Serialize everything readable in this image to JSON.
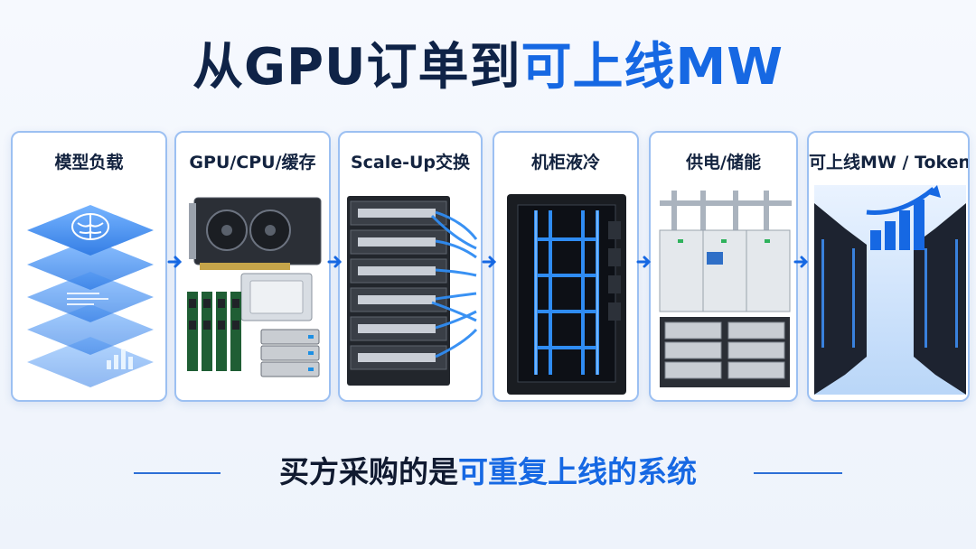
{
  "title": {
    "part1": "从GPU订单到",
    "part2": "可上线MW"
  },
  "cards": [
    {
      "label": "模型负载",
      "icon": "layered-model-icon"
    },
    {
      "label": "GPU/CPU/缓存",
      "icon": "gpu-cpu-memory-icon"
    },
    {
      "label": "Scale-Up交换",
      "icon": "network-switch-icon"
    },
    {
      "label": "机柜液冷",
      "icon": "liquid-cooled-rack-icon"
    },
    {
      "label": "供电/储能",
      "icon": "power-storage-icon"
    },
    {
      "label": "可上线MW / Token",
      "icon": "datacenter-growth-icon"
    }
  ],
  "subtitle": {
    "part1": "买方采购的是",
    "part2": "可重复上线的系统"
  },
  "colors": {
    "accent": "#1668e3",
    "dark": "#0f2347",
    "card_border": "#9cc0f2"
  }
}
